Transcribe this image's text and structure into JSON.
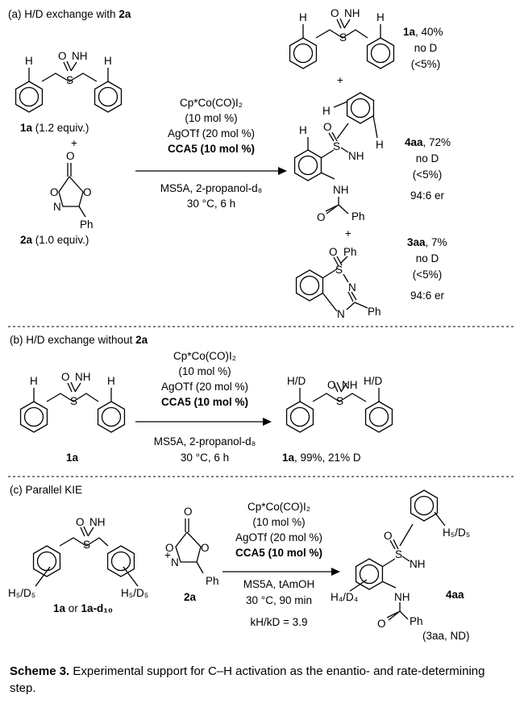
{
  "sections": {
    "a": {
      "label_pre": "(a) H/D exchange with ",
      "label_bold": "2a"
    },
    "b": {
      "label_pre": "(b) H/D exchange without ",
      "label_bold": "2a"
    },
    "c": {
      "label": "(c) Parallel KIE"
    }
  },
  "atoms": {
    "H": "H",
    "O": "O",
    "S": "S",
    "N": "N",
    "NH": "NH",
    "Ph": "Ph",
    "HD": "H/D",
    "plus": "+"
  },
  "a": {
    "sm1": {
      "bold": "1a",
      "rest": " (1.2 equiv.)"
    },
    "sm2": {
      "bold": "2a",
      "rest": " (1.0 equiv.)"
    },
    "conditions": [
      "Cp*Co(CO)I₂",
      "(10 mol %)",
      "AgOTf (20 mol %)",
      "CCA5 (10 mol %)"
    ],
    "below": [
      "MS5A, 2-propanol-d₈",
      "30 °C, 6 h"
    ],
    "p1": {
      "bold": "1a",
      "rest": ", 40%",
      "l2": "no D",
      "l3": "(<5%)"
    },
    "p2": {
      "bold": "4aa",
      "rest": ", 72%",
      "l2": "no D",
      "l3": "(<5%)",
      "l4": "94:6 er"
    },
    "p3": {
      "bold": "3aa",
      "rest": ", 7%",
      "l2": "no D",
      "l3": "(<5%)",
      "l4": "94:6 er"
    }
  },
  "b": {
    "sm": "1a",
    "conditions": [
      "Cp*Co(CO)I₂",
      "(10 mol %)",
      "AgOTf (20 mol %)",
      "CCA5 (10 mol %)"
    ],
    "below": [
      "MS5A, 2-propanol-d₈",
      "30 °C, 6 h"
    ],
    "product": {
      "bold": "1a",
      "rest": ", 99%, 21% D"
    }
  },
  "c": {
    "sm": {
      "b1": "1a",
      "mid": " or ",
      "b2": "1a-d₁₀"
    },
    "reagent": "2a",
    "subst": "H₅/D₅",
    "subst4": "H₄/D₄",
    "conditions": [
      "Cp*Co(CO)I₂",
      "(10 mol %)",
      "AgOTf (20 mol %)",
      "CCA5 (10 mol %)"
    ],
    "below": [
      "MS5A, tAmOH",
      "30 °C, 90 min"
    ],
    "kie": "kH/kD = 3.9",
    "product": "4aa",
    "note": "(3aa, ND)"
  },
  "caption": {
    "label": "Scheme 3.",
    "text": " Experimental support for C–H activation as the enantio- and rate-determining step."
  }
}
